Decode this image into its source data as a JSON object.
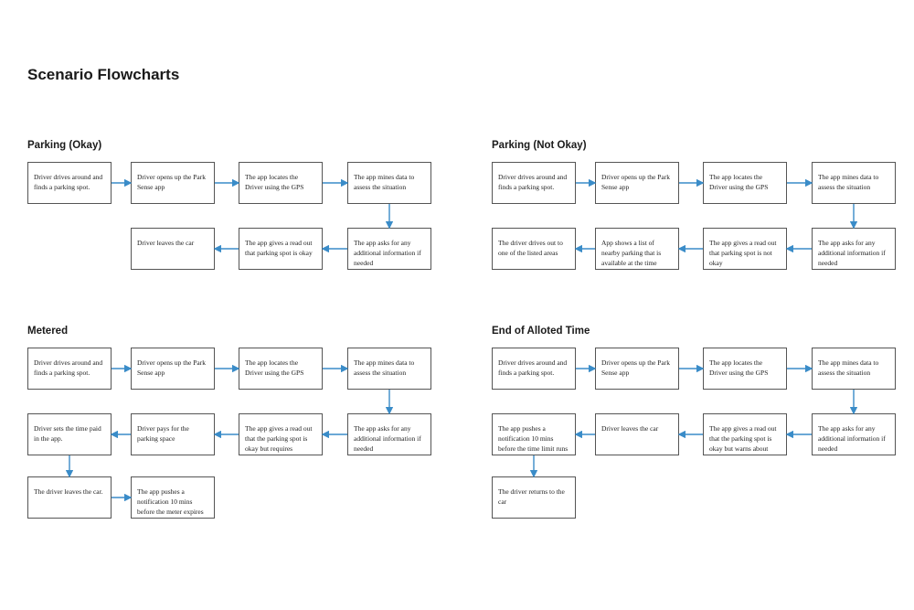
{
  "title": "Scenario Flowcharts",
  "colors": {
    "arrow": "#3a8cc8",
    "box_border": "#555555",
    "text": "#222222"
  },
  "sections": [
    {
      "title": "Parking (Okay)",
      "nodes": [
        "Driver drives around and finds a parking spot.",
        "Driver opens up the Park Sense app",
        "The app locates the Driver using the GPS",
        "The app mines data to assess the situation",
        "The app asks for any additional information if needed",
        "The app gives a read out that parking spot is okay",
        "Driver leaves the car"
      ]
    },
    {
      "title": "Parking (Not Okay)",
      "nodes": [
        "Driver drives around and finds a parking spot.",
        "Driver opens up the Park Sense app",
        "The app locates the Driver using the GPS",
        "The app mines data to assess the situation",
        "The app asks for any additional information if needed",
        "The app gives a read out that parking spot is not okay",
        "App shows a list of nearby parking that is available at the time",
        "The driver drives out to one of the listed areas"
      ]
    },
    {
      "title": "Metered",
      "nodes": [
        "Driver drives around and finds a parking spot.",
        "Driver opens up the Park Sense app",
        "The app locates the Driver using the GPS",
        "The app mines data to assess the situation",
        "The app asks for any additional information if needed",
        "The app gives a read out that the parking spot is okay but requires payment",
        "Driver pays for the parking space",
        "Driver sets the time paid in the app.",
        "The driver leaves the car.",
        "The app pushes a notification 10 mins before the meter expires"
      ]
    },
    {
      "title": "End of Alloted Time",
      "nodes": [
        "Driver drives around and finds a parking spot.",
        "Driver opens up the Park Sense app",
        "The app locates the Driver using the GPS",
        "The app mines data to assess the situation",
        "The app asks for any additional information if needed",
        "The app gives a read out that the parking spot is okay but warns about time limit",
        "Driver leaves the car",
        "The app pushes a notification 10 mins before the time limit runs out",
        "The driver returns to the car"
      ]
    }
  ]
}
